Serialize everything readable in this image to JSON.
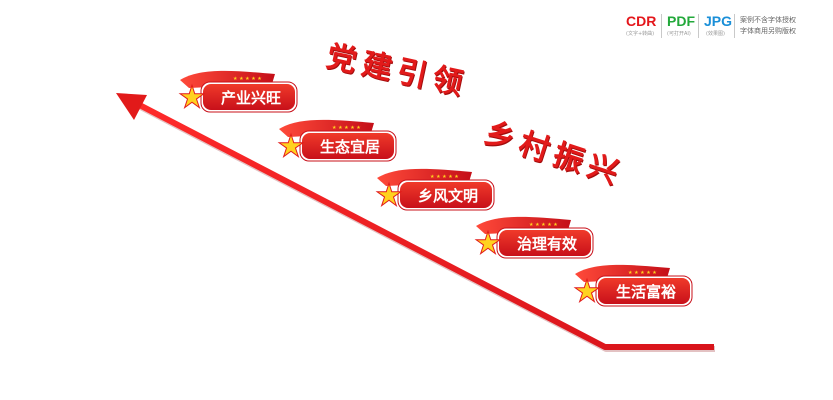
{
  "watermark": {
    "formats": [
      {
        "label": "CDR",
        "note": "(文字+转曲)",
        "color": "#e4161b"
      },
      {
        "label": "PDF",
        "note": "(可打开AI)",
        "color": "#22a83a"
      },
      {
        "label": "JPG",
        "note": "(效果图)",
        "color": "#1a8fd8"
      }
    ],
    "notice_line1": "案例不含字体授权",
    "notice_line2": "字体商用另购版权"
  },
  "slogan": {
    "part1": "党建引领",
    "part2": "乡村振兴"
  },
  "steps": [
    {
      "label": "产业兴旺"
    },
    {
      "label": "生态宜居"
    },
    {
      "label": "乡风文明"
    },
    {
      "label": "治理有效"
    },
    {
      "label": "生活富裕"
    }
  ],
  "colors": {
    "primary_red": "#e21a1a",
    "dark_red": "#b50f12",
    "star_gold": "#ffd21f"
  }
}
